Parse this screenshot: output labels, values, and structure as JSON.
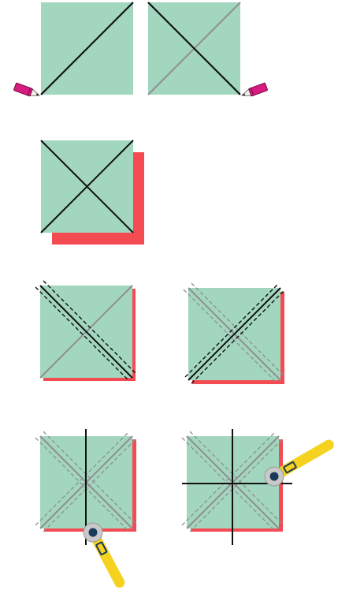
{
  "colors": {
    "fabric_top": "#a2d6bf",
    "fabric_bottom": "#f44b52",
    "line_dark": "#111111",
    "line_gray": "#8f8f8f",
    "pencil_body": "#d81b80",
    "pencil_tip": "#f3efe6",
    "cutter_handle": "#f5d21f",
    "cutter_blade": "#c9c9c9",
    "cutter_hub": "#1b3a5a"
  },
  "steps": [
    {
      "name": "draw-first-diagonal",
      "tool": "pencil-icon"
    },
    {
      "name": "draw-second-diagonal",
      "tool": "pencil-icon"
    },
    {
      "name": "layer-on-second-fabric"
    },
    {
      "name": "sew-quarter-inch-from-first-diagonal"
    },
    {
      "name": "sew-quarter-inch-from-second-diagonal"
    },
    {
      "name": "cut-vertical-center",
      "tool": "rotary-cutter-icon"
    },
    {
      "name": "cut-horizontal-center",
      "tool": "rotary-cutter-icon"
    }
  ]
}
